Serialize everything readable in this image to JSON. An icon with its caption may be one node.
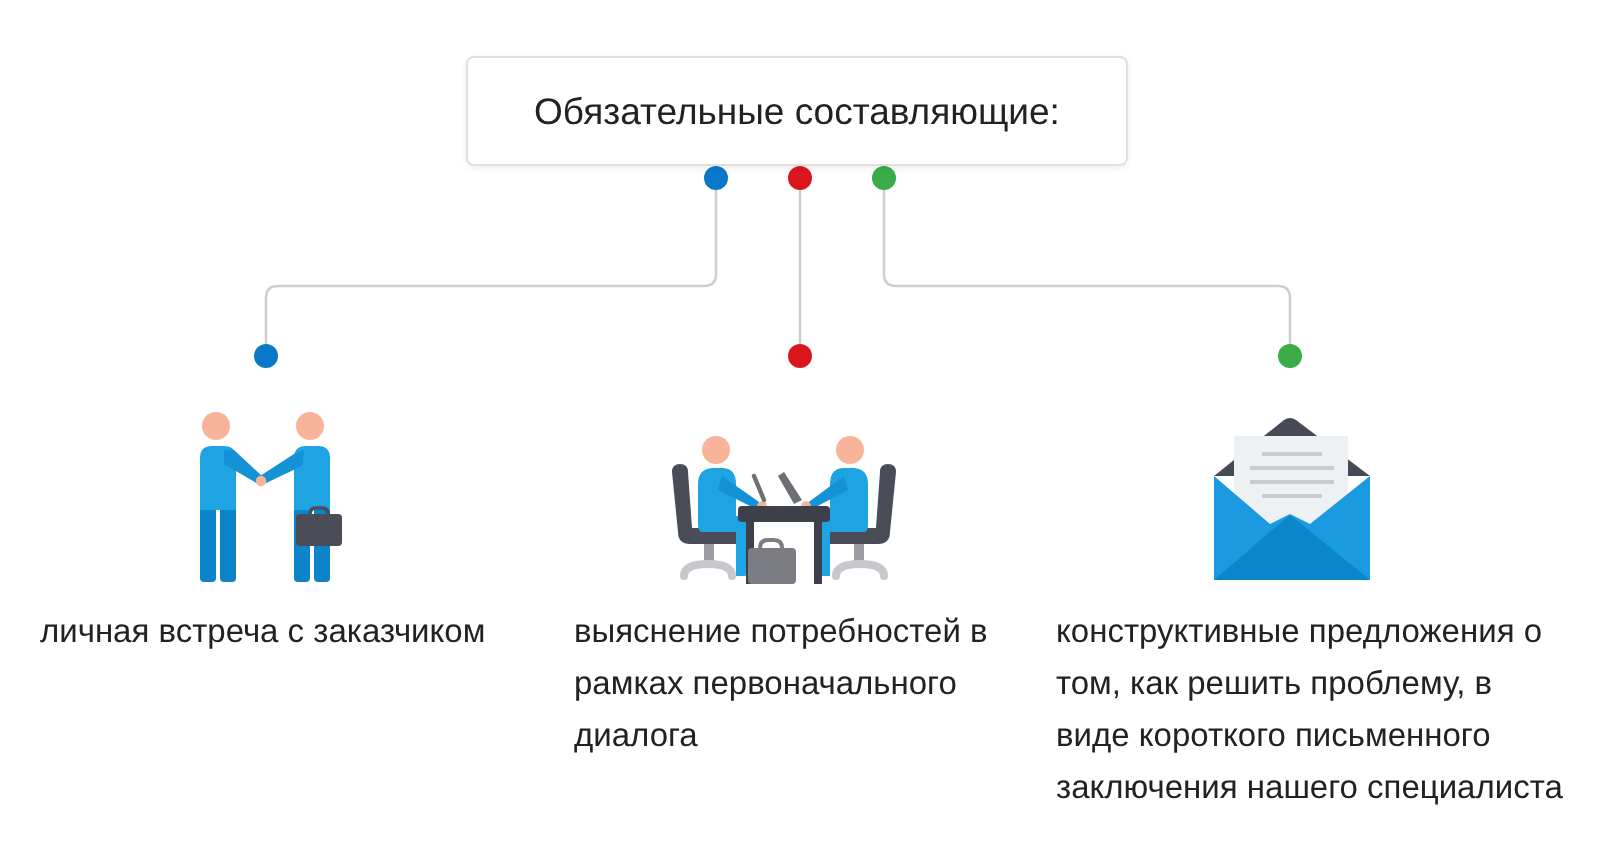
{
  "diagram": {
    "nodes": [
      {
        "text": [
          "Обязательные составляющие:"
        ]
      },
      {
        "text": [
          "личная встреча с заказчиком"
        ]
      },
      {
        "text": [
          "выяснение потребностей в рамках первоначального диалога"
        ]
      },
      {
        "text": [
          "конструктивные предложения о том, как решить проблему, в виде короткого письменного заключения нашего специалиста"
        ]
      }
    ],
    "edges": [
      {
        "from": 0,
        "to": 1,
        "arrow": "other"
      },
      {
        "from": 0,
        "to": 2,
        "arrow": "other"
      },
      {
        "from": 0,
        "to": 3,
        "arrow": "other"
      }
    ]
  }
}
